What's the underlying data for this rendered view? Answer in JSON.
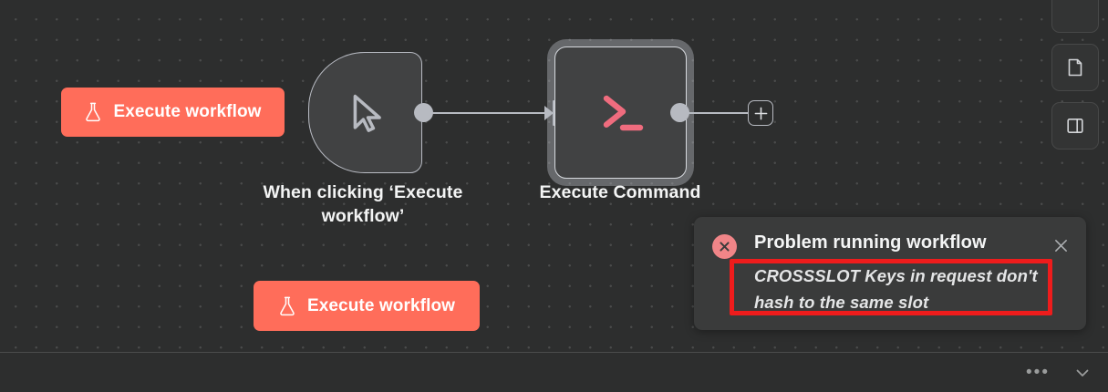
{
  "canvas": {
    "background_color": "#2d2e2e",
    "grid_dot_color": "#4a4b4b"
  },
  "accent_color": "#ff6d5a",
  "annotation_color": "#ee1c1c",
  "buttons": {
    "execute_workflow_top": {
      "label": "Execute workflow",
      "icon": "flask-icon"
    },
    "execute_workflow_bottom": {
      "label": "Execute workflow",
      "icon": "flask-icon"
    },
    "add_node": {
      "icon": "plus-icon"
    }
  },
  "nodes": [
    {
      "id": "trigger",
      "label": "When clicking ‘Execute workflow’",
      "icon": "mouse-pointer-icon",
      "selected": false
    },
    {
      "id": "execute-command",
      "label": "Execute Command",
      "icon": "terminal-prompt-icon",
      "icon_color": "#ef6c7e",
      "selected": true
    }
  ],
  "toolbar": {
    "items": [
      {
        "name": "partial-button",
        "icon": "partial-icon"
      },
      {
        "name": "notes-button",
        "icon": "document-icon"
      },
      {
        "name": "panel-button",
        "icon": "side-panel-icon"
      }
    ]
  },
  "toast": {
    "icon": "error-circle-x-icon",
    "title": "Problem running workflow",
    "message": "CROSSSLOT Keys in request don't hash to the same slot",
    "close_icon": "close-icon",
    "icon_color": "#f08588"
  },
  "bottom_bar": {
    "ellipsis_label": "•••",
    "chevron_icon": "chevron-down-icon"
  }
}
